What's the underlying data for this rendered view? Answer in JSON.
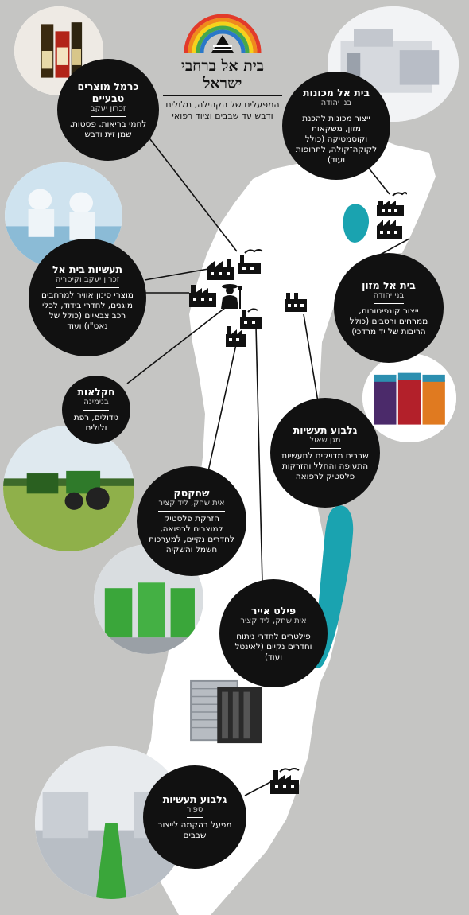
{
  "title": "בית אל ברחבי ישראל",
  "subtitle": "המפעלים של הקהילה, מלולים ודבש עד שבבים וציוד רפואי",
  "nodes": [
    {
      "title": "כרמל מוצרים טבעיים",
      "location": "זכרון יעקב",
      "desc": "לחמי בריאות, פסטות, שמן זית ודבש"
    },
    {
      "title": "בית אל מכונות",
      "location": "בני יהודה",
      "desc": "ייצור מכונות להכנת מזון, משקאות וקוסמטיקה (כולל לקוקה־קולה, לתרופות ועוד)"
    },
    {
      "title": "תעשיות בית אל",
      "location": "זכרון יעקב וקיסריה",
      "desc": "מוצרי סינון אוויר למרחבים מוגנים, לחדרי בידוד, לכלי רכב צבאיים (כולל של נאט\"ו) ועוד"
    },
    {
      "title": "בית אל מזון",
      "location": "בני יהודה",
      "desc": "ייצור קונפיטורות, ממרחים ורטבים (כולל הריבות של יד מרדכי)"
    },
    {
      "title": "חקלאות",
      "location": "בנימינה",
      "desc": "גידולים, רפת ולולים"
    },
    {
      "title": "גלבוע תעשיות",
      "location": "מגן שאול",
      "desc": "שבבים מדויקים לתעשיות התעופה והחלל והזרקות פלסטיק לרפואה"
    },
    {
      "title": "שחקטק",
      "location": "אית שחק, ליד קציר",
      "desc": "הזרקת פלסטיק למוצרים לרפואה, לחדרים נקיים, למערכות חשמל והשקיה"
    },
    {
      "title": "פילט אייר",
      "location": "אית שחק, ליד קציר",
      "desc": "פילטרים לחדרי ניתוח וחדרים נקיים (לאינטל ועוד)"
    },
    {
      "title": "גלבוע תעשיות",
      "location": "ספיר",
      "desc": "מפעל בהקמה לייצור שבבים"
    }
  ],
  "colors": {
    "background": "#c5c5c3",
    "land": "#ffffff",
    "water": "#1aa3b0",
    "circle": "#111111",
    "line": "#111111"
  },
  "icons": [
    "rainbow-logo-icon",
    "factory-icon",
    "farmer-icon"
  ]
}
